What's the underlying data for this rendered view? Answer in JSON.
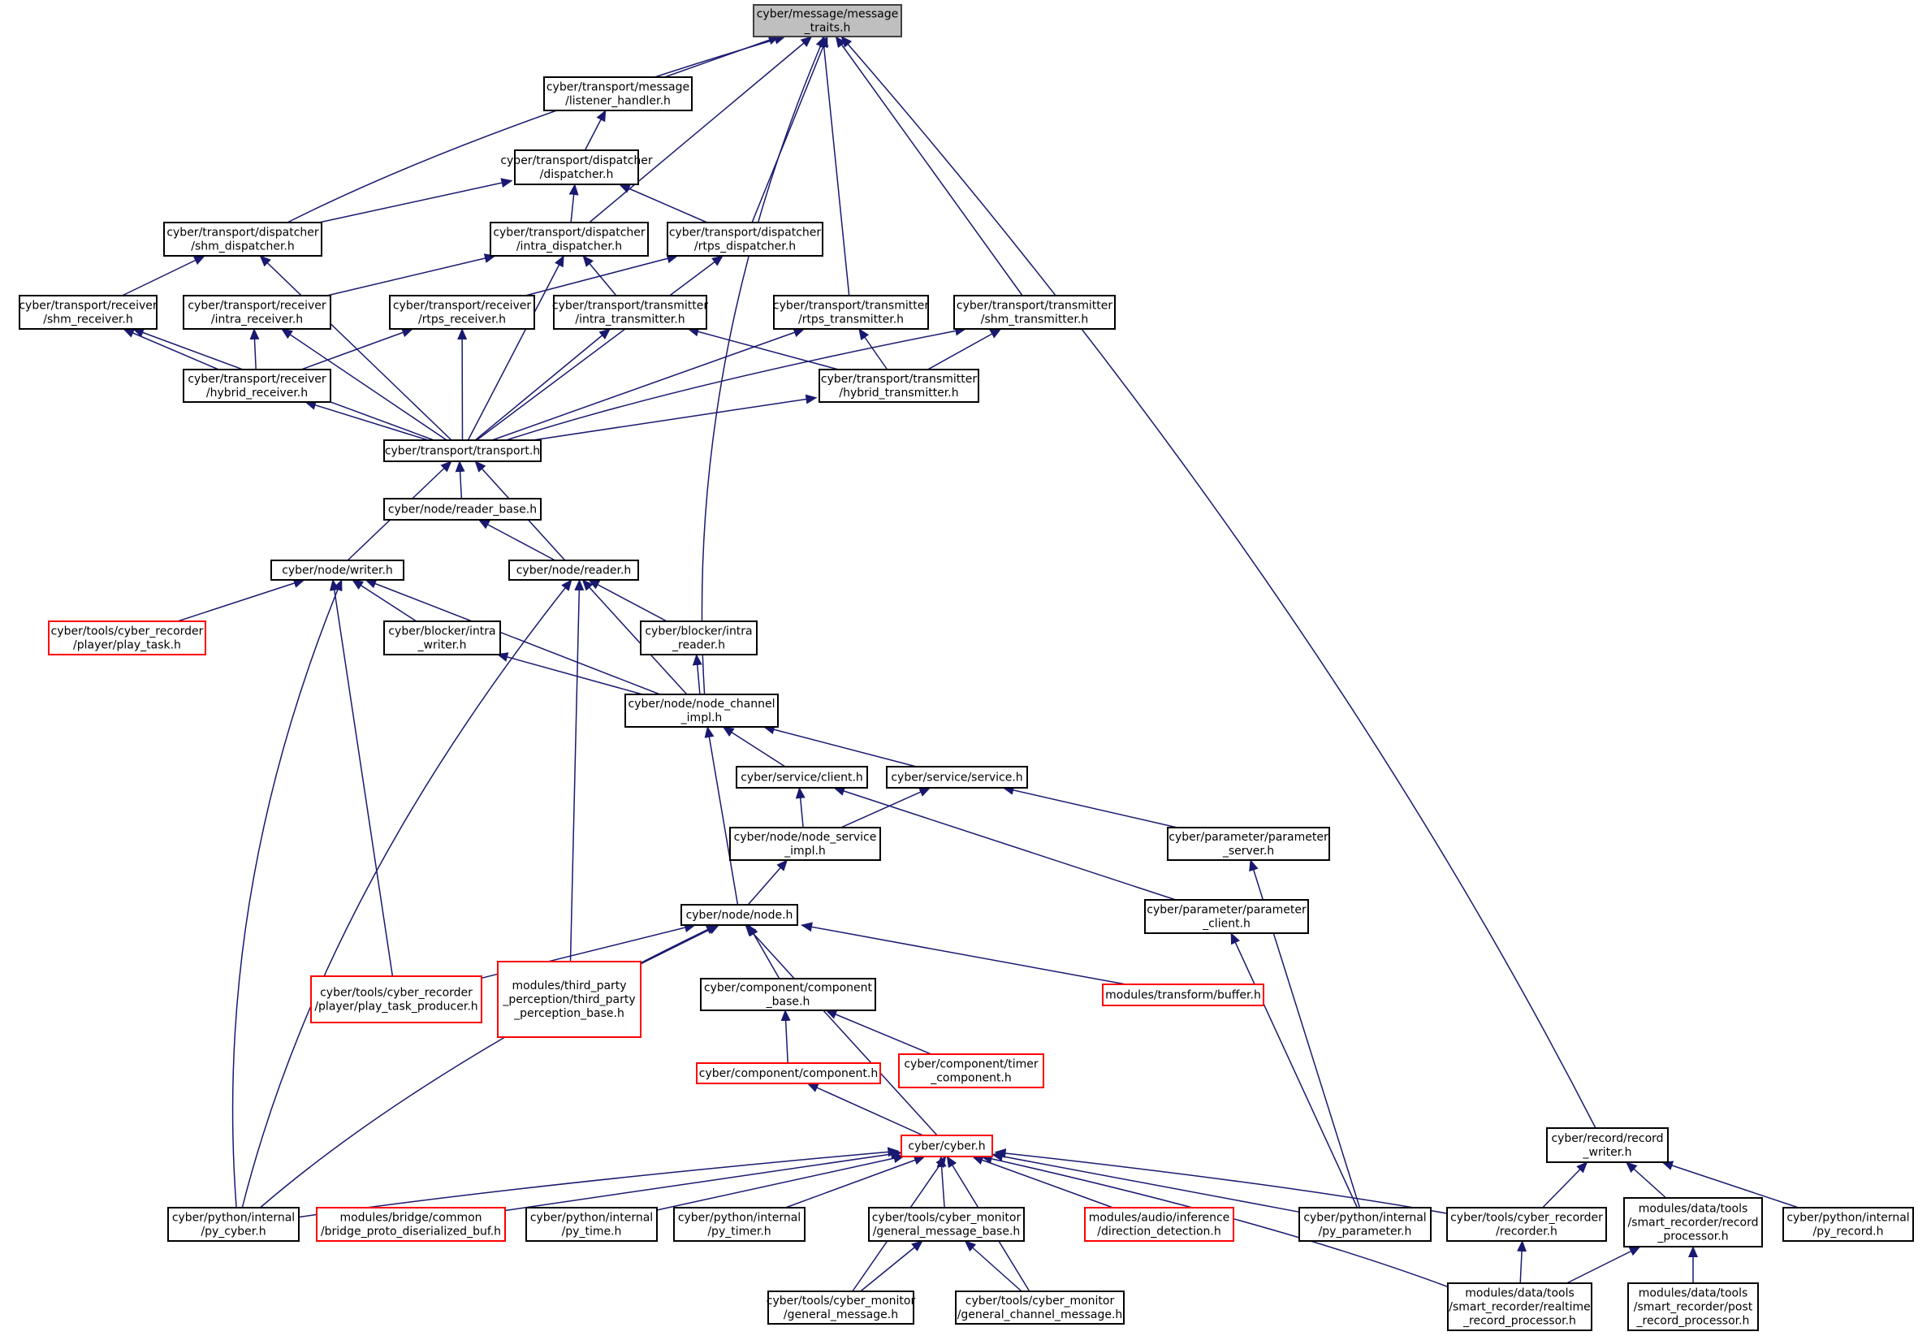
{
  "title": "cyber/message/message_traits.h include dependency graph",
  "colors": {
    "edge": "#191970",
    "root_fill": "#bfbfbf",
    "truncated_border": "#ff0000",
    "border": "#000000"
  },
  "nodes": [
    {
      "id": "root",
      "lines": [
        "cyber/message/message",
        "_traits.h"
      ],
      "style": "root"
    },
    {
      "id": "listener_handler",
      "lines": [
        "cyber/transport/message",
        "/listener_handler.h"
      ],
      "style": "normal"
    },
    {
      "id": "dispatcher",
      "lines": [
        "cyber/transport/dispatcher",
        "/dispatcher.h"
      ],
      "style": "normal"
    },
    {
      "id": "shm_dispatcher",
      "lines": [
        "cyber/transport/dispatcher",
        "/shm_dispatcher.h"
      ],
      "style": "normal"
    },
    {
      "id": "intra_dispatcher",
      "lines": [
        "cyber/transport/dispatcher",
        "/intra_dispatcher.h"
      ],
      "style": "normal"
    },
    {
      "id": "rtps_dispatcher",
      "lines": [
        "cyber/transport/dispatcher",
        "/rtps_dispatcher.h"
      ],
      "style": "normal"
    },
    {
      "id": "shm_receiver",
      "lines": [
        "cyber/transport/receiver",
        "/shm_receiver.h"
      ],
      "style": "normal"
    },
    {
      "id": "intra_receiver",
      "lines": [
        "cyber/transport/receiver",
        "/intra_receiver.h"
      ],
      "style": "normal"
    },
    {
      "id": "rtps_receiver",
      "lines": [
        "cyber/transport/receiver",
        "/rtps_receiver.h"
      ],
      "style": "normal"
    },
    {
      "id": "intra_transmitter",
      "lines": [
        "cyber/transport/transmitter",
        "/intra_transmitter.h"
      ],
      "style": "normal"
    },
    {
      "id": "rtps_transmitter",
      "lines": [
        "cyber/transport/transmitter",
        "/rtps_transmitter.h"
      ],
      "style": "normal"
    },
    {
      "id": "shm_transmitter",
      "lines": [
        "cyber/transport/transmitter",
        "/shm_transmitter.h"
      ],
      "style": "normal"
    },
    {
      "id": "hybrid_receiver",
      "lines": [
        "cyber/transport/receiver",
        "/hybrid_receiver.h"
      ],
      "style": "normal"
    },
    {
      "id": "hybrid_transmitter",
      "lines": [
        "cyber/transport/transmitter",
        "/hybrid_transmitter.h"
      ],
      "style": "normal"
    },
    {
      "id": "transport",
      "lines": [
        "cyber/transport/transport.h"
      ],
      "style": "normal"
    },
    {
      "id": "reader_base",
      "lines": [
        "cyber/node/reader_base.h"
      ],
      "style": "normal"
    },
    {
      "id": "writer",
      "lines": [
        "cyber/node/writer.h"
      ],
      "style": "normal"
    },
    {
      "id": "reader",
      "lines": [
        "cyber/node/reader.h"
      ],
      "style": "normal"
    },
    {
      "id": "play_task",
      "lines": [
        "cyber/tools/cyber_recorder",
        "/player/play_task.h"
      ],
      "style": "red"
    },
    {
      "id": "intra_writer",
      "lines": [
        "cyber/blocker/intra",
        "_writer.h"
      ],
      "style": "normal"
    },
    {
      "id": "intra_reader",
      "lines": [
        "cyber/blocker/intra",
        "_reader.h"
      ],
      "style": "normal"
    },
    {
      "id": "node_channel_impl",
      "lines": [
        "cyber/node/node_channel",
        "_impl.h"
      ],
      "style": "normal"
    },
    {
      "id": "client",
      "lines": [
        "cyber/service/client.h"
      ],
      "style": "normal"
    },
    {
      "id": "service",
      "lines": [
        "cyber/service/service.h"
      ],
      "style": "normal"
    },
    {
      "id": "node_service_impl",
      "lines": [
        "cyber/node/node_service",
        "_impl.h"
      ],
      "style": "normal"
    },
    {
      "id": "parameter_server",
      "lines": [
        "cyber/parameter/parameter",
        "_server.h"
      ],
      "style": "normal"
    },
    {
      "id": "parameter_client",
      "lines": [
        "cyber/parameter/parameter",
        "_client.h"
      ],
      "style": "normal"
    },
    {
      "id": "node",
      "lines": [
        "cyber/node/node.h"
      ],
      "style": "normal"
    },
    {
      "id": "play_task_producer",
      "lines": [
        "cyber/tools/cyber_recorder",
        "/player/play_task_producer.h"
      ],
      "style": "red"
    },
    {
      "id": "third_party",
      "lines": [
        "modules/third_party",
        "_perception/third_party",
        "_perception_base.h"
      ],
      "style": "red"
    },
    {
      "id": "component_base",
      "lines": [
        "cyber/component/component",
        "_base.h"
      ],
      "style": "normal"
    },
    {
      "id": "buffer",
      "lines": [
        "modules/transform/buffer.h"
      ],
      "style": "red"
    },
    {
      "id": "component",
      "lines": [
        "cyber/component/component.h"
      ],
      "style": "red"
    },
    {
      "id": "timer_component",
      "lines": [
        "cyber/component/timer",
        "_component.h"
      ],
      "style": "red"
    },
    {
      "id": "cyber",
      "lines": [
        "cyber/cyber.h"
      ],
      "style": "red"
    },
    {
      "id": "record_writer",
      "lines": [
        "cyber/record/record",
        "_writer.h"
      ],
      "style": "normal"
    },
    {
      "id": "py_cyber",
      "lines": [
        "cyber/python/internal",
        "/py_cyber.h"
      ],
      "style": "normal"
    },
    {
      "id": "bridge",
      "lines": [
        "modules/bridge/common",
        "/bridge_proto_diserialized_buf.h"
      ],
      "style": "red"
    },
    {
      "id": "py_time",
      "lines": [
        "cyber/python/internal",
        "/py_time.h"
      ],
      "style": "normal"
    },
    {
      "id": "py_timer",
      "lines": [
        "cyber/python/internal",
        "/py_timer.h"
      ],
      "style": "normal"
    },
    {
      "id": "general_message_base",
      "lines": [
        "cyber/tools/cyber_monitor",
        "/general_message_base.h"
      ],
      "style": "normal"
    },
    {
      "id": "direction_detection",
      "lines": [
        "modules/audio/inference",
        "/direction_detection.h"
      ],
      "style": "red"
    },
    {
      "id": "py_parameter",
      "lines": [
        "cyber/python/internal",
        "/py_parameter.h"
      ],
      "style": "normal"
    },
    {
      "id": "recorder",
      "lines": [
        "cyber/tools/cyber_recorder",
        "/recorder.h"
      ],
      "style": "normal"
    },
    {
      "id": "record_processor",
      "lines": [
        "modules/data/tools",
        "/smart_recorder/record",
        "_processor.h"
      ],
      "style": "normal"
    },
    {
      "id": "py_record",
      "lines": [
        "cyber/python/internal",
        "/py_record.h"
      ],
      "style": "normal"
    },
    {
      "id": "general_message",
      "lines": [
        "cyber/tools/cyber_monitor",
        "/general_message.h"
      ],
      "style": "normal"
    },
    {
      "id": "general_channel_message",
      "lines": [
        "cyber/tools/cyber_monitor",
        "/general_channel_message.h"
      ],
      "style": "normal"
    },
    {
      "id": "realtime_processor",
      "lines": [
        "modules/data/tools",
        "/smart_recorder/realtime",
        "_record_processor.h"
      ],
      "style": "normal"
    },
    {
      "id": "post_processor",
      "lines": [
        "modules/data/tools",
        "/smart_recorder/post",
        "_record_processor.h"
      ],
      "style": "normal"
    }
  ],
  "edges": [
    {
      "from": "listener_handler",
      "to": "root"
    },
    {
      "from": "shm_dispatcher",
      "to": "root"
    },
    {
      "from": "intra_dispatcher",
      "to": "root"
    },
    {
      "from": "rtps_dispatcher",
      "to": "root"
    },
    {
      "from": "rtps_transmitter",
      "to": "root"
    },
    {
      "from": "shm_transmitter",
      "to": "root"
    },
    {
      "from": "node_channel_impl",
      "to": "root"
    },
    {
      "from": "record_writer",
      "to": "root"
    },
    {
      "from": "dispatcher",
      "to": "listener_handler"
    },
    {
      "from": "shm_dispatcher",
      "to": "dispatcher"
    },
    {
      "from": "intra_dispatcher",
      "to": "dispatcher"
    },
    {
      "from": "rtps_dispatcher",
      "to": "dispatcher"
    },
    {
      "from": "shm_receiver",
      "to": "shm_dispatcher"
    },
    {
      "from": "intra_receiver",
      "to": "intra_dispatcher"
    },
    {
      "from": "rtps_receiver",
      "to": "rtps_dispatcher"
    },
    {
      "from": "intra_transmitter",
      "to": "intra_dispatcher"
    },
    {
      "from": "hybrid_receiver",
      "to": "shm_receiver"
    },
    {
      "from": "hybrid_receiver",
      "to": "intra_receiver"
    },
    {
      "from": "hybrid_receiver",
      "to": "rtps_receiver"
    },
    {
      "from": "hybrid_transmitter",
      "to": "intra_transmitter"
    },
    {
      "from": "hybrid_transmitter",
      "to": "rtps_transmitter"
    },
    {
      "from": "hybrid_transmitter",
      "to": "shm_transmitter"
    },
    {
      "from": "transport",
      "to": "shm_dispatcher"
    },
    {
      "from": "transport",
      "to": "intra_dispatcher"
    },
    {
      "from": "transport",
      "to": "rtps_dispatcher"
    },
    {
      "from": "transport",
      "to": "shm_receiver"
    },
    {
      "from": "transport",
      "to": "intra_receiver"
    },
    {
      "from": "transport",
      "to": "rtps_receiver"
    },
    {
      "from": "transport",
      "to": "intra_transmitter"
    },
    {
      "from": "transport",
      "to": "rtps_transmitter"
    },
    {
      "from": "transport",
      "to": "shm_transmitter"
    },
    {
      "from": "transport",
      "to": "hybrid_receiver"
    },
    {
      "from": "transport",
      "to": "hybrid_transmitter"
    },
    {
      "from": "reader_base",
      "to": "transport"
    },
    {
      "from": "writer",
      "to": "transport"
    },
    {
      "from": "reader",
      "to": "transport"
    },
    {
      "from": "reader",
      "to": "reader_base"
    },
    {
      "from": "play_task",
      "to": "writer"
    },
    {
      "from": "intra_writer",
      "to": "writer"
    },
    {
      "from": "node_channel_impl",
      "to": "writer"
    },
    {
      "from": "py_cyber",
      "to": "writer"
    },
    {
      "from": "play_task_producer",
      "to": "writer"
    },
    {
      "from": "intra_reader",
      "to": "reader"
    },
    {
      "from": "node_channel_impl",
      "to": "reader"
    },
    {
      "from": "py_cyber",
      "to": "reader"
    },
    {
      "from": "third_party",
      "to": "reader"
    },
    {
      "from": "node_channel_impl",
      "to": "intra_writer"
    },
    {
      "from": "node_channel_impl",
      "to": "intra_reader"
    },
    {
      "from": "client",
      "to": "node_channel_impl"
    },
    {
      "from": "service",
      "to": "node_channel_impl"
    },
    {
      "from": "node",
      "to": "node_channel_impl"
    },
    {
      "from": "node_service_impl",
      "to": "client"
    },
    {
      "from": "node_service_impl",
      "to": "service"
    },
    {
      "from": "parameter_client",
      "to": "client"
    },
    {
      "from": "parameter_server",
      "to": "service"
    },
    {
      "from": "node",
      "to": "node_service_impl"
    },
    {
      "from": "py_parameter",
      "to": "parameter_server"
    },
    {
      "from": "py_parameter",
      "to": "parameter_client"
    },
    {
      "from": "play_task_producer",
      "to": "node"
    },
    {
      "from": "third_party",
      "to": "node"
    },
    {
      "from": "component_base",
      "to": "node"
    },
    {
      "from": "buffer",
      "to": "node"
    },
    {
      "from": "py_cyber",
      "to": "node"
    },
    {
      "from": "cyber",
      "to": "node"
    },
    {
      "from": "component",
      "to": "component_base"
    },
    {
      "from": "timer_component",
      "to": "component_base"
    },
    {
      "from": "cyber",
      "to": "component"
    },
    {
      "from": "py_cyber",
      "to": "cyber"
    },
    {
      "from": "bridge",
      "to": "cyber"
    },
    {
      "from": "py_time",
      "to": "cyber"
    },
    {
      "from": "py_timer",
      "to": "cyber"
    },
    {
      "from": "general_message_base",
      "to": "cyber"
    },
    {
      "from": "direction_detection",
      "to": "cyber"
    },
    {
      "from": "py_parameter",
      "to": "cyber"
    },
    {
      "from": "recorder",
      "to": "cyber"
    },
    {
      "from": "general_message",
      "to": "cyber"
    },
    {
      "from": "general_channel_message",
      "to": "cyber"
    },
    {
      "from": "realtime_processor",
      "to": "cyber"
    },
    {
      "from": "general_message",
      "to": "general_message_base"
    },
    {
      "from": "general_channel_message",
      "to": "general_message_base"
    },
    {
      "from": "recorder",
      "to": "record_writer"
    },
    {
      "from": "record_processor",
      "to": "record_writer"
    },
    {
      "from": "py_record",
      "to": "record_writer"
    },
    {
      "from": "realtime_processor",
      "to": "recorder"
    },
    {
      "from": "realtime_processor",
      "to": "record_processor"
    },
    {
      "from": "post_processor",
      "to": "record_processor"
    }
  ]
}
